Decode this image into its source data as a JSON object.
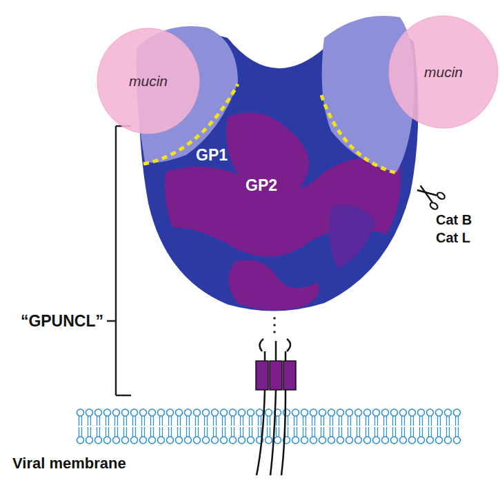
{
  "diagram": {
    "nodes": [
      {
        "text": [
          "mucin"
        ]
      },
      {
        "text": [
          "mucin"
        ]
      }
    ],
    "labels": [
      "GP1",
      "GP2",
      "Cat B",
      "Cat L",
      "“GPUNCL”",
      "Viral membrane"
    ]
  }
}
